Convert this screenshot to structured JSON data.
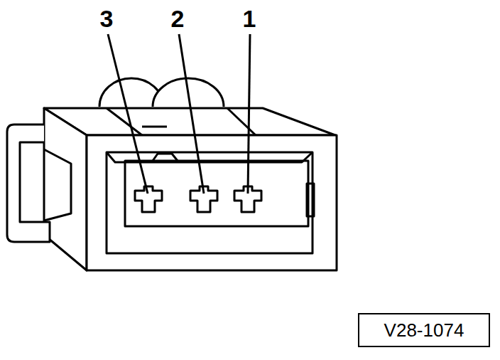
{
  "diagram": {
    "nodes": [
      {
        "text": [
          "V28-1074"
        ]
      }
    ],
    "labels": [
      "3",
      "2",
      "1"
    ]
  }
}
